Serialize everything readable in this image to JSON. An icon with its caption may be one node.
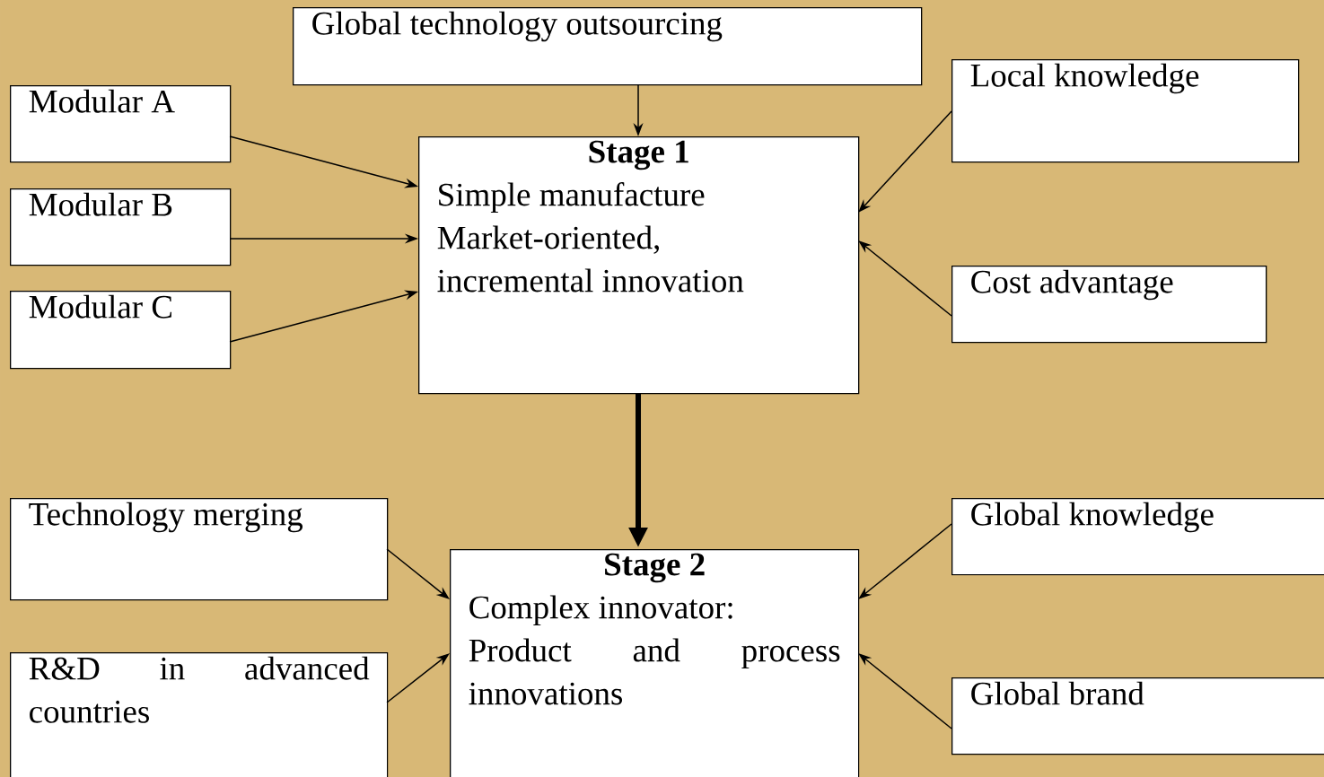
{
  "diagram": {
    "nodes": [
      {
        "text": [
          "Global technology outsourcing"
        ]
      },
      {
        "text": [
          "Modular A"
        ]
      },
      {
        "text": [
          "Modular B"
        ]
      },
      {
        "text": [
          "Modular C"
        ]
      },
      {
        "text": [
          "Stage 1",
          "Simple manufacture",
          "Market-oriented, incremental innovation"
        ]
      },
      {
        "text": [
          "Local knowledge"
        ]
      },
      {
        "text": [
          "Cost advantage"
        ]
      },
      {
        "text": [
          "Technology merging"
        ]
      },
      {
        "text": [
          "R&D in advanced countries"
        ]
      },
      {
        "text": [
          "Stage 2",
          "Complex innovator:",
          "Product and process innovations"
        ]
      },
      {
        "text": [
          "Global knowledge"
        ]
      },
      {
        "text": [
          "Global brand"
        ]
      }
    ],
    "edges": [
      {
        "from": 0,
        "to": 4,
        "arrow": "to"
      },
      {
        "from": 1,
        "to": 4,
        "arrow": "to"
      },
      {
        "from": 2,
        "to": 4,
        "arrow": "to"
      },
      {
        "from": 3,
        "to": 4,
        "arrow": "to"
      },
      {
        "from": 5,
        "to": 4,
        "arrow": "to"
      },
      {
        "from": 6,
        "to": 4,
        "arrow": "to"
      },
      {
        "from": 4,
        "to": 9,
        "arrow": "to",
        "style": "thick"
      },
      {
        "from": 7,
        "to": 9,
        "arrow": "to"
      },
      {
        "from": 8,
        "to": 9,
        "arrow": "to"
      },
      {
        "from": 10,
        "to": 9,
        "arrow": "to"
      },
      {
        "from": 11,
        "to": 9,
        "arrow": "to"
      }
    ]
  }
}
